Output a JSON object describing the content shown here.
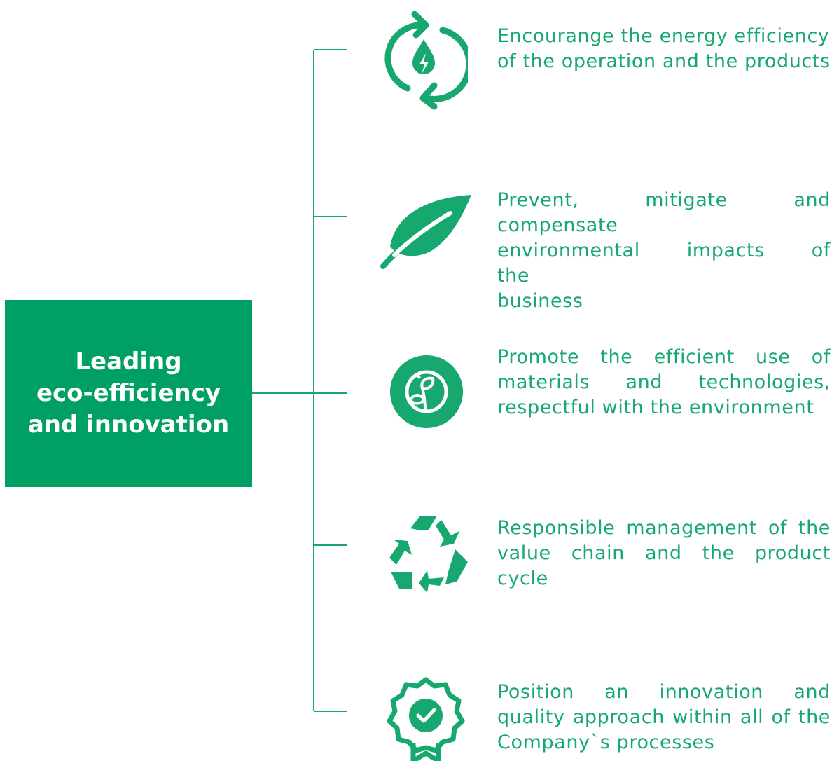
{
  "main": {
    "title_line1": "Leading",
    "title_line2": "eco-efficiency",
    "title_line3": "and innovation"
  },
  "items": [
    {
      "icon": "energy-cycle-icon",
      "line1": "Encourange the energy efficiency",
      "line2": "of the operation and the products"
    },
    {
      "icon": "leaf-icon",
      "line1": "Prevent, mitigate and compensate",
      "line2": "environmental impacts of the",
      "line3": "business"
    },
    {
      "icon": "sprout-icon",
      "line1": "Promote the efficient use of",
      "line2": "materials and technologies,",
      "line3": "respectful with the environment"
    },
    {
      "icon": "recycle-icon",
      "line1": "Responsible management of the",
      "line2": "value chain and the product cycle"
    },
    {
      "icon": "quality-badge-icon",
      "line1": "Position an innovation and",
      "line2": "quality approach within all of the",
      "line3": "Company`s processes"
    }
  ],
  "colors": {
    "box": "#00a065",
    "accent": "#17a86f",
    "box_text": "#ffffff"
  }
}
